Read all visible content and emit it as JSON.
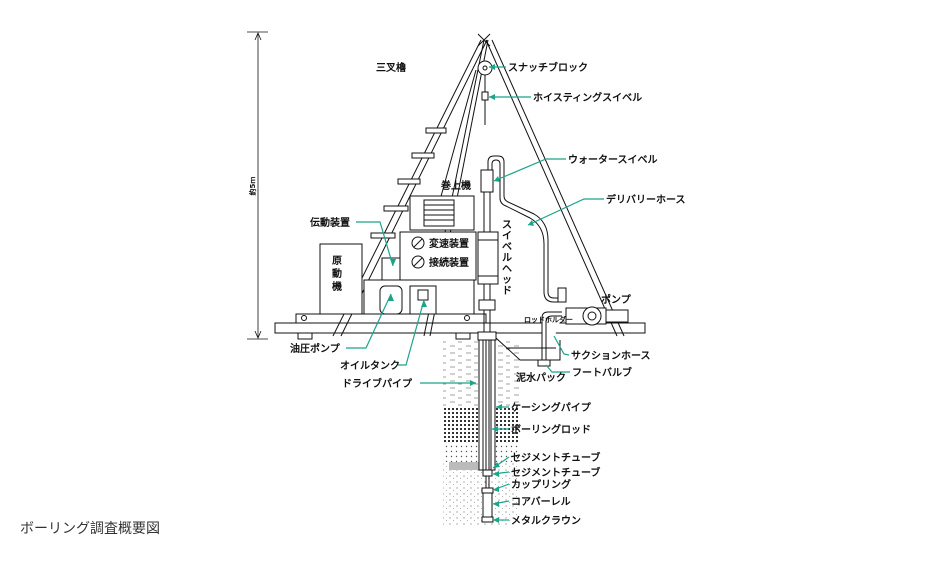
{
  "caption": "ボーリング調査概要図",
  "colors": {
    "leader": "#1aa58a",
    "line": "#111111"
  },
  "labels": {
    "sanmata": "三叉櫓",
    "snatch_block": "スナッチブロック",
    "hoisting_swivel": "ホイスティングスイベル",
    "water_swivel": "ウォータースイベル",
    "delivery_hose": "デリバリーホース",
    "makiage": "巻上機",
    "dendo": "伝動装置",
    "gensoku": "原動機",
    "hensoku": "変速装置",
    "setsuzoku": "接続装置",
    "swivel_head": "スイベルヘッド",
    "rod_holder": "ロッドホルダー",
    "pump": "ポンプ",
    "yuatsu_pump": "油圧ポンプ",
    "oil_tank": "オイルタンク",
    "suction_hose": "サクションホース",
    "deisui_pack": "泥水パック",
    "foot_valve": "フートバルブ",
    "drive_pipe": "ドライブパイプ",
    "casing_pipe": "ケーシングパイプ",
    "boring_rod": "ボーリングロッド",
    "sediment_tube_1": "セジメントチューブ",
    "sediment_tube_2": "セジメントチューブ",
    "coupling": "カップリング",
    "core_barrel": "コアバーレル",
    "metal_crown": "メタルクラウン",
    "height": "約5ｍ"
  }
}
